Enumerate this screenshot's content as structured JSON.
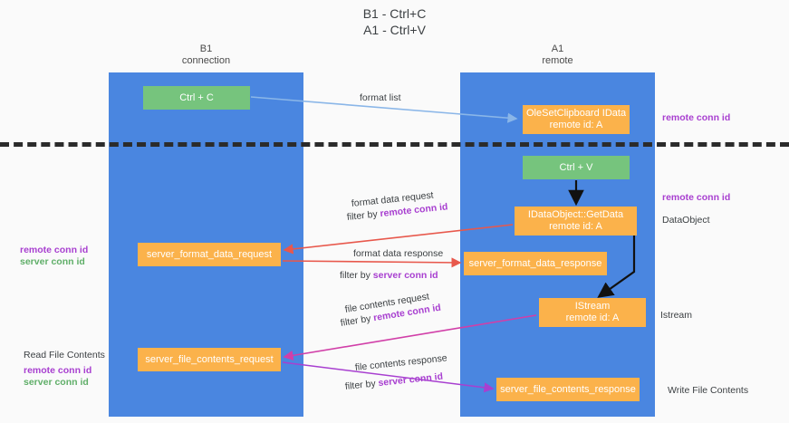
{
  "title": {
    "line1": "B1 - Ctrl+C",
    "line2": "A1 - Ctrl+V"
  },
  "columns": [
    {
      "name": "B1",
      "sub": "connection"
    },
    {
      "name": "A1",
      "sub": "remote"
    }
  ],
  "boxes": {
    "ctrl_c": "Ctrl + C",
    "idataobject_title": "OleSetClipboard IDataObject",
    "idataobject_sub": "remote id: A",
    "ctrl_v": "Ctrl + V",
    "getdata_title": "IDataObject::GetData",
    "getdata_sub": "remote id: A",
    "server_format_data_request": "server_format_data_request",
    "server_format_data_response": "server_format_data_response",
    "istream_title": "IStream",
    "istream_sub": "remote id: A",
    "server_file_contents_request": "server_file_contents_request",
    "server_file_contents_response": "server_file_contents_response"
  },
  "annotations": {
    "format_list": "format list",
    "format_data_request": "format data request",
    "filter_by": "filter by",
    "remote_conn_id": "remote conn id",
    "format_data_response": "format data response",
    "server_conn_id": "server conn id",
    "file_contents_request": "file contents request",
    "file_contents_response": "file contents response"
  },
  "side_labels": {
    "right_remote_conn_top": "remote conn id",
    "right_remote_conn_mid": "remote conn id",
    "right_dataobject": "DataObject",
    "right_istream": "Istream",
    "right_write_file_contents": "Write File Contents",
    "left_remote_conn_id": "remote conn id",
    "left_server_conn_id": "server conn id",
    "left_read_file_contents": "Read File Contents",
    "left2_remote_conn_id": "remote conn id",
    "left2_server_conn_id": "server conn id"
  },
  "colors": {
    "lane": "#4a86e0",
    "green_box": "#76c47d",
    "orange_box": "#fbb24b",
    "purple_text": "#a83fd0",
    "green_text": "#5fae68",
    "arrow_blue": "#8ab6e8",
    "arrow_red": "#e8584c",
    "arrow_pink": "#d13fa8",
    "arrow_purple": "#a83fd0",
    "arrow_black": "#111111"
  }
}
